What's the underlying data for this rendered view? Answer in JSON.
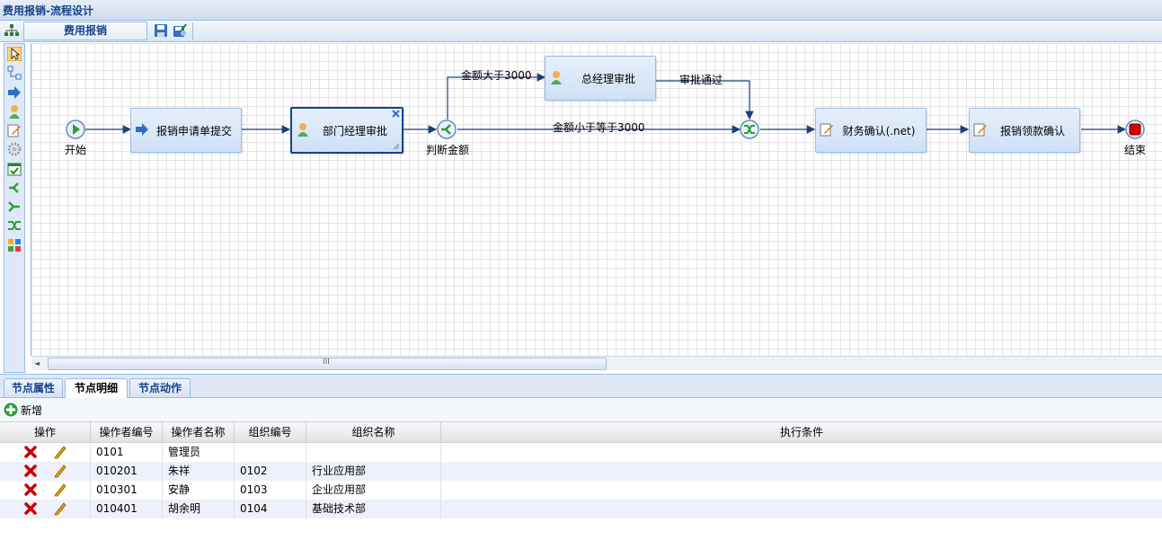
{
  "window": {
    "title": "费用报销-流程设计"
  },
  "toolbar": {
    "flow_name": "费用报销"
  },
  "flow": {
    "nodes": {
      "start": "开始",
      "submit": "报销申请单提交",
      "dept": "部门经理审批",
      "decision": "判断金额",
      "gm": "总经理审批",
      "finance": "财务确认(.net)",
      "payment": "报销领款确认",
      "end": "结束"
    },
    "edges": {
      "over_3000": "金额大于3000",
      "le_3000": "金额小于等于3000",
      "approved": "审批通过"
    }
  },
  "scrollbar": {
    "grip": "III"
  },
  "tabs": [
    "节点属性",
    "节点明细",
    "节点动作"
  ],
  "active_tab": "节点明细",
  "grid": {
    "add_label": "新增",
    "columns": [
      "操作",
      "操作者编号",
      "操作者名称",
      "组织编号",
      "组织名称",
      "执行条件"
    ],
    "rows": [
      {
        "op_id": "0101",
        "op_name": "管理员",
        "org_id": "",
        "org_name": "",
        "condition": ""
      },
      {
        "op_id": "010201",
        "op_name": "朱祥",
        "org_id": "0102",
        "org_name": "行业应用部",
        "condition": ""
      },
      {
        "op_id": "010301",
        "op_name": "安静",
        "org_id": "0103",
        "org_name": "企业应用部",
        "condition": ""
      },
      {
        "op_id": "010401",
        "op_name": "胡余明",
        "org_id": "0104",
        "org_name": "基础技术部",
        "condition": ""
      }
    ]
  },
  "colors": {
    "accent": "#15428b",
    "border": "#99bbe8",
    "delete": "#cc0000",
    "edit": "#e0a400"
  }
}
